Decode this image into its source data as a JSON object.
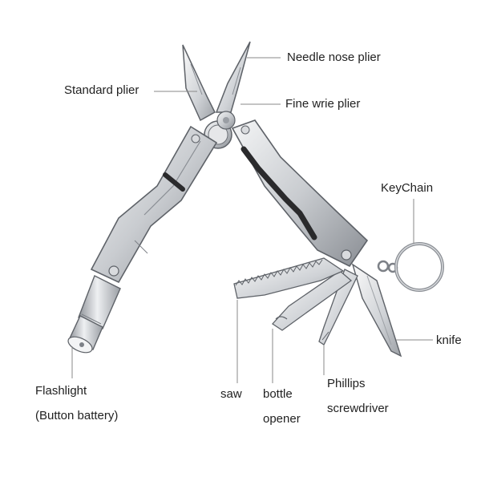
{
  "labels": {
    "needle_nose_plier": "Needle nose plier",
    "standard_plier": "Standard plier",
    "fine_wire_plier": "Fine wrie plier",
    "keychain": "KeyChain",
    "knife": "knife",
    "flashlight_line1": "Flashlight",
    "flashlight_line2": "(Button battery)",
    "saw": "saw",
    "bottle_opener_line1": "bottle",
    "bottle_opener_line2": "opener",
    "phillips_line1": "Phillips",
    "phillips_line2": "screwdriver"
  },
  "colors": {
    "metal_light": "#e9eaec",
    "metal_mid": "#b9bcc1",
    "metal_dark": "#7d8187",
    "outline": "#5e6268",
    "shadow": "#2a2a2c",
    "leader_line": "#888888",
    "text": "#222222"
  }
}
